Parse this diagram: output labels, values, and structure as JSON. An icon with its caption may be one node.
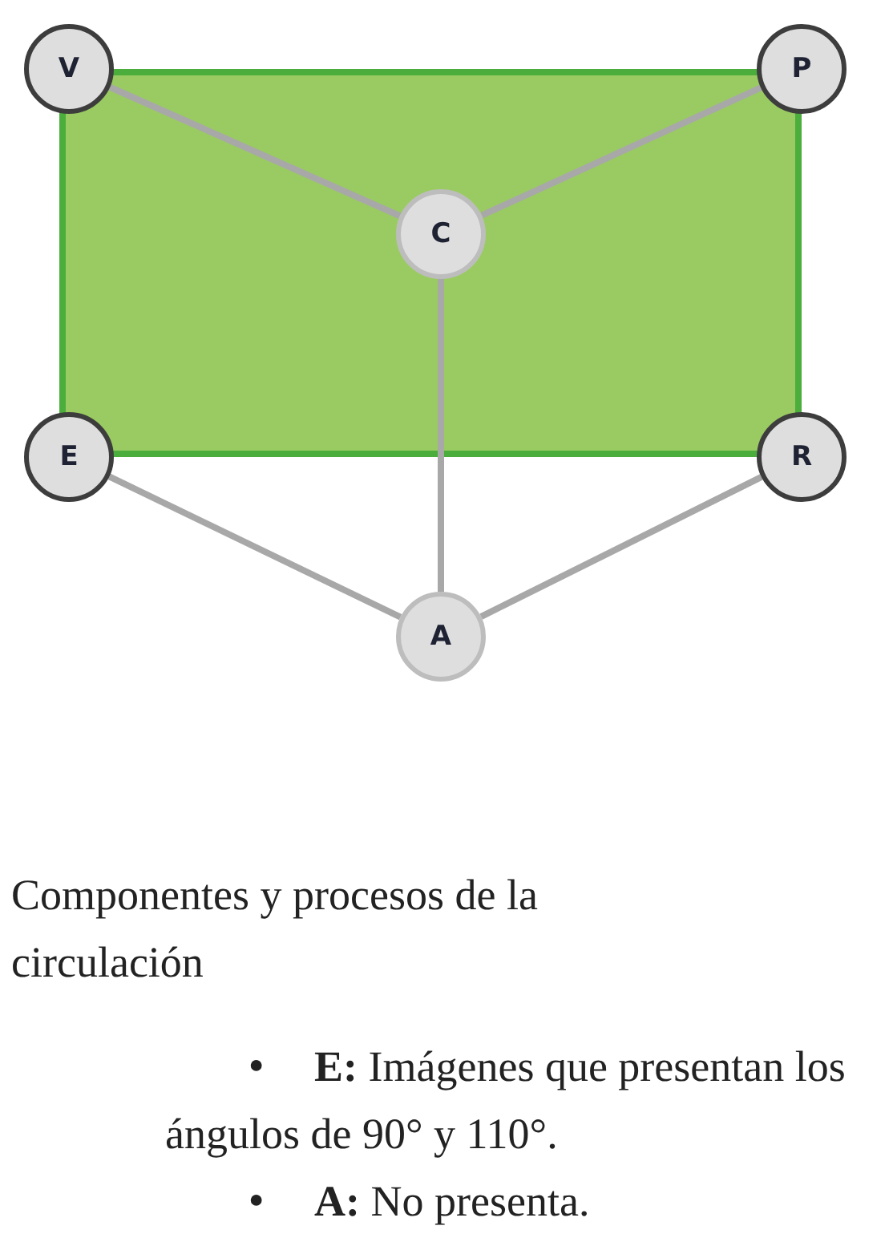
{
  "diagram": {
    "caption": "Componentes y procesos de la circulación",
    "nodes": [
      {
        "text": [
          "V"
        ]
      },
      {
        "text": [
          "P"
        ]
      },
      {
        "text": [
          "C"
        ]
      },
      {
        "text": [
          "E"
        ]
      },
      {
        "text": [
          "R"
        ]
      },
      {
        "text": [
          "A"
        ]
      }
    ],
    "edges": [
      {
        "from": 0,
        "to": 2,
        "arrow": "none"
      },
      {
        "from": 1,
        "to": 2,
        "arrow": "none"
      },
      {
        "from": 2,
        "to": 5,
        "arrow": "none"
      },
      {
        "from": 3,
        "to": 5,
        "arrow": "none"
      },
      {
        "from": 4,
        "to": 5,
        "arrow": "none"
      }
    ],
    "labels": [
      "●",
      "**E:** Imágenes que presentan los ángulos de 90° y 110°.",
      "●",
      "**A:** No presenta."
    ]
  }
}
